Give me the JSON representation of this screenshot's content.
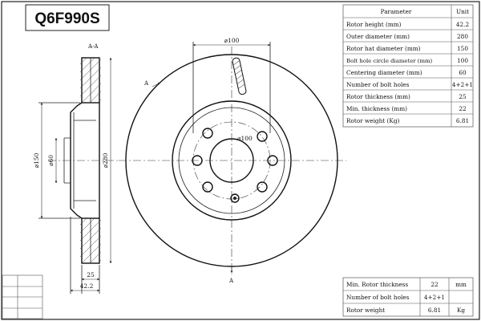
{
  "part_code": "Q6F990S",
  "section_label": "A-A",
  "section_mark": "A",
  "dimensions": {
    "outer_diameter": "⌀280",
    "hat_diameter": "⌀150",
    "centering_diameter": "⌀60",
    "bolt_circle_diameter": "⌀100",
    "total_height": "42.2",
    "thickness": "25"
  },
  "spec_table": {
    "header_parameter": "Parameter",
    "header_unit": "Unit",
    "rows": [
      {
        "parameter": "Rotor height (mm)",
        "value": "42.2"
      },
      {
        "parameter": "Outer diameter (mm)",
        "value": "280"
      },
      {
        "parameter": "Rotor hat diameter (mm)",
        "value": "150"
      },
      {
        "parameter": "Bolt hole circle diameter (mm)",
        "value": "100"
      },
      {
        "parameter": "Centering diameter (mm)",
        "value": "60"
      },
      {
        "parameter": "Number of bolt holes",
        "value": "4+2+1"
      },
      {
        "parameter": "Rotor thickness (mm)",
        "value": "25"
      },
      {
        "parameter": "Min. thickness (mm)",
        "value": "22"
      },
      {
        "parameter": "Rotor weight (Kg)",
        "value": "6.81"
      }
    ]
  },
  "summary_table": {
    "rows": [
      {
        "label": "Min. Rotor thickness",
        "value": "22",
        "unit": "mm"
      },
      {
        "label": "Number of bolt holes",
        "value": "4+2+1",
        "unit": ""
      },
      {
        "label": "Rotor weight",
        "value": "6.81",
        "unit": "Kg"
      }
    ]
  }
}
